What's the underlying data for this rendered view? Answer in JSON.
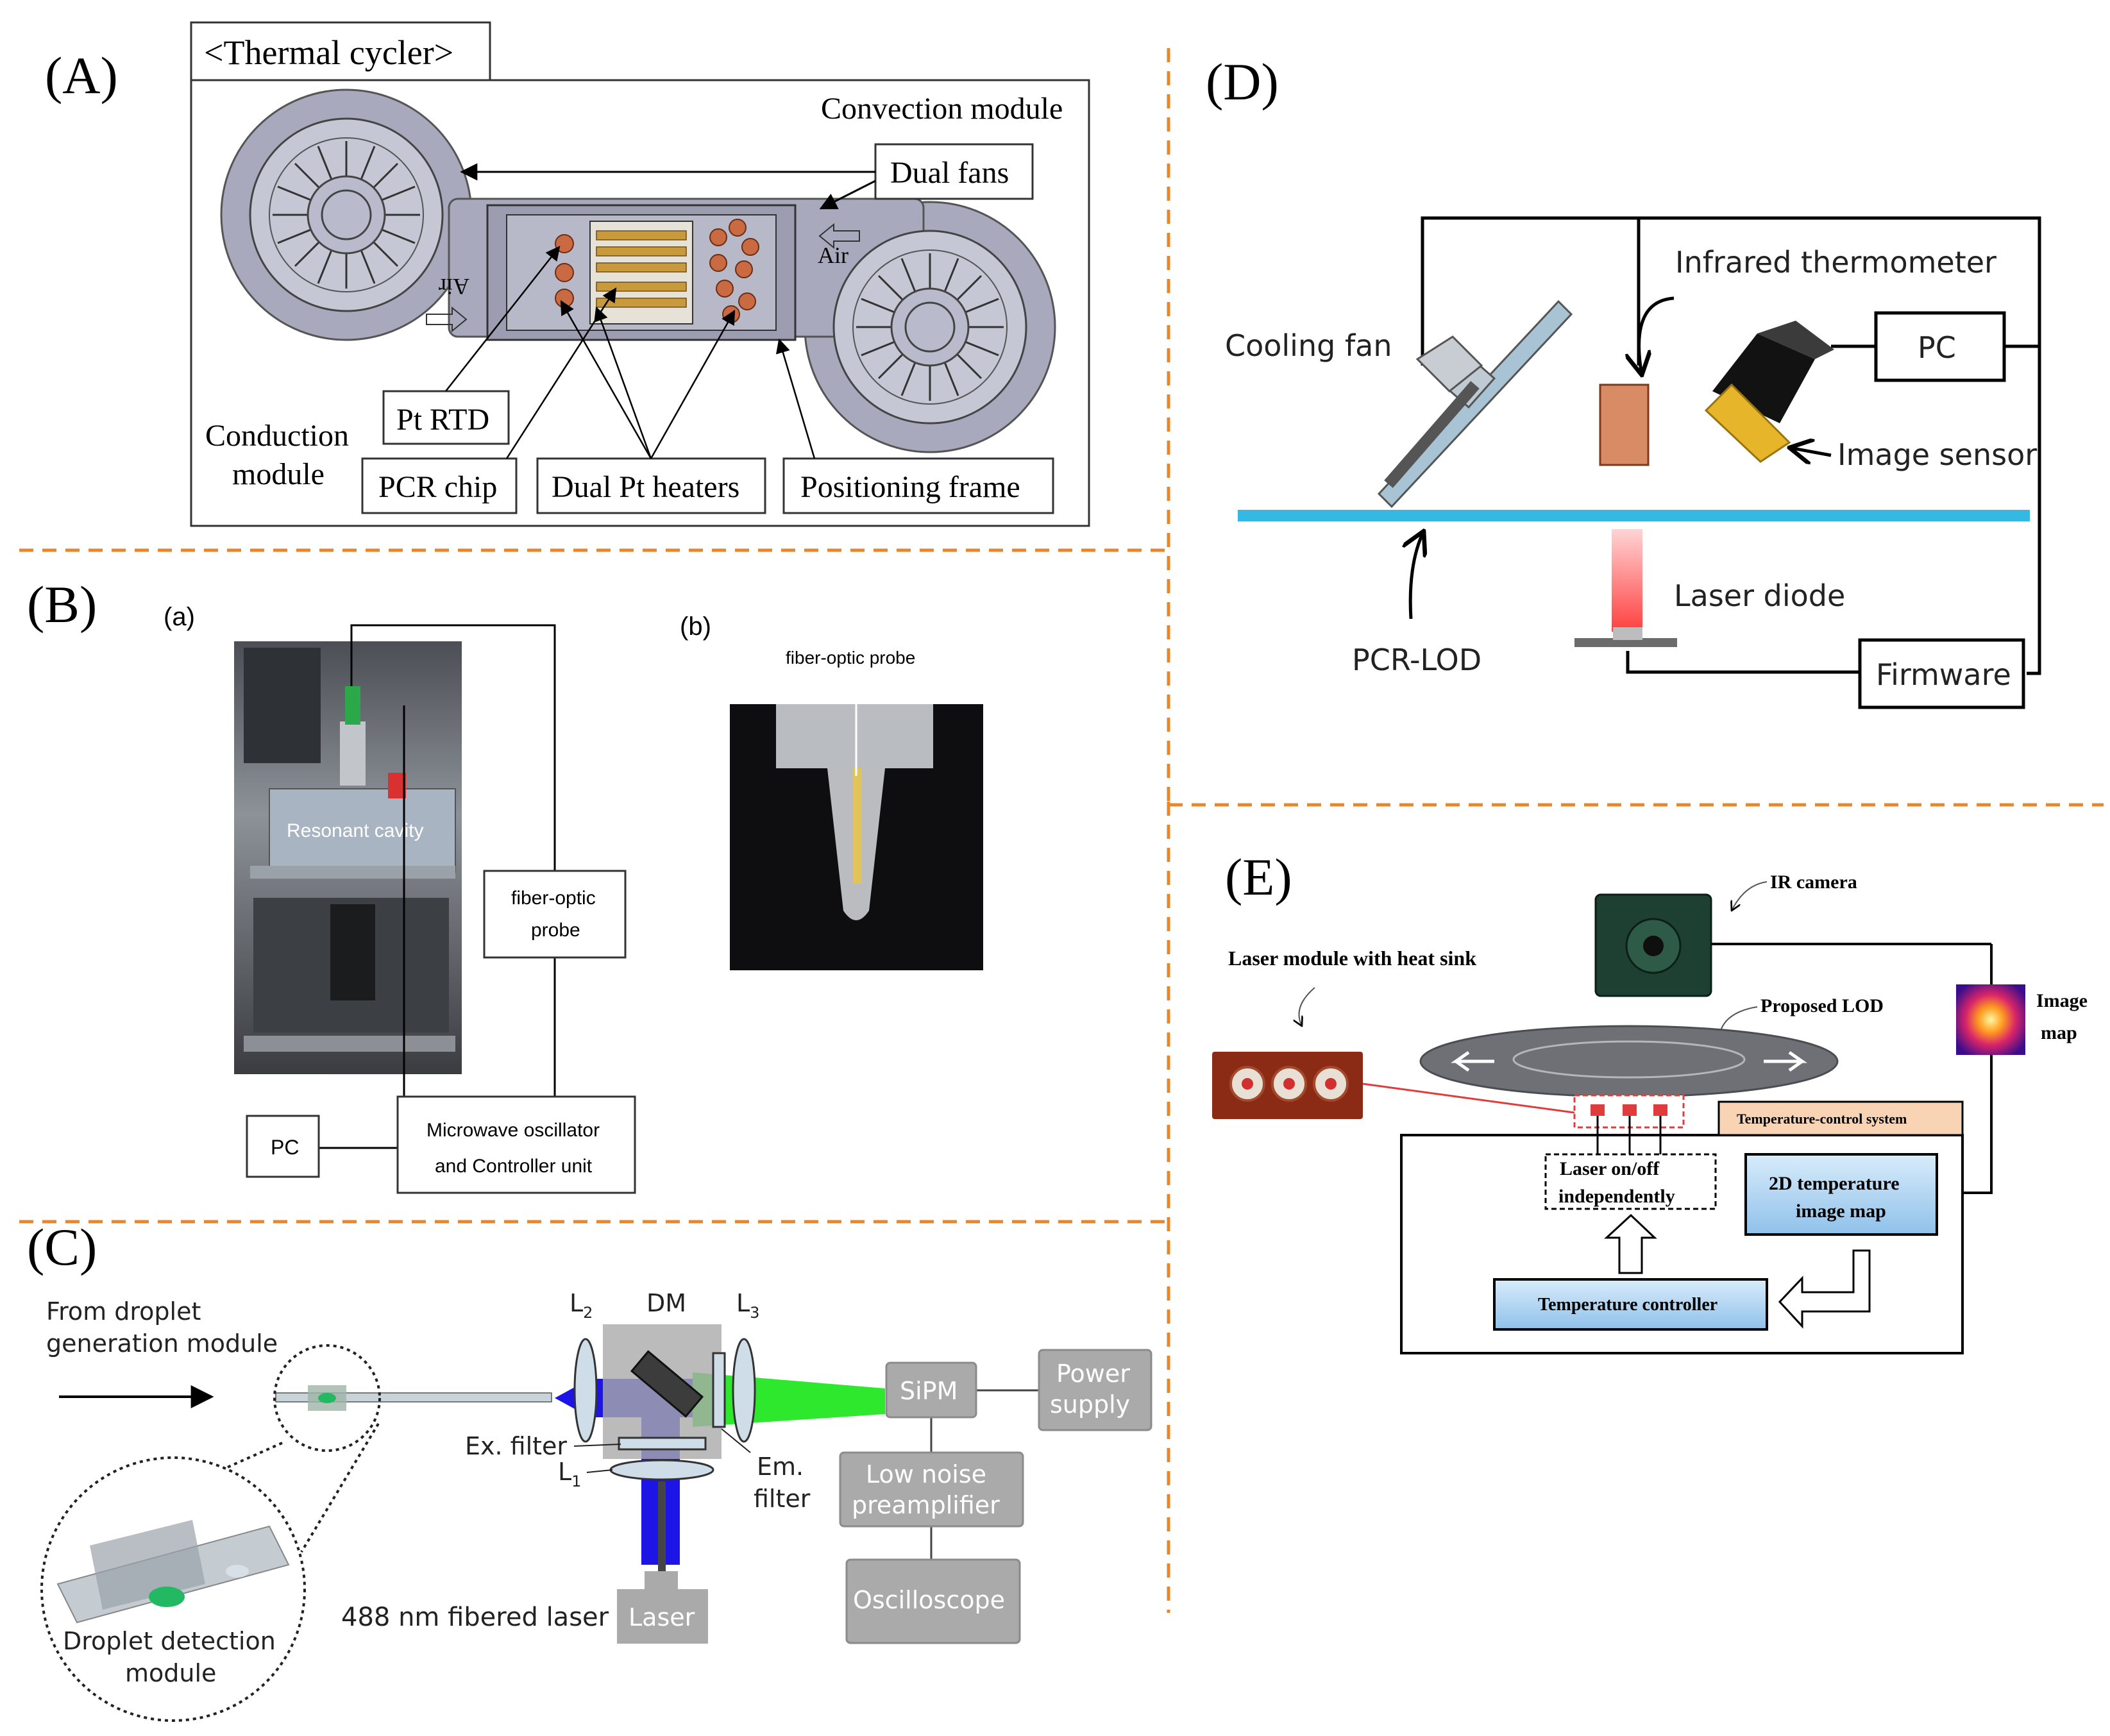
{
  "colors": {
    "divider": "#e8862c",
    "blue_bar": "#35b9e3",
    "laser_blue": "#1d14e6",
    "laser_green": "#2ee82e",
    "gray_box": "#a9aaa9",
    "module_fill": "#a8a9bd",
    "heater": "#c96a42",
    "red_laser": "#e23b3b"
  },
  "panels": {
    "A": {
      "letter": "(A)",
      "tab_title": "<Thermal cycler>",
      "convection_module": "Convection module",
      "dual_fans": "Dual fans",
      "air_left": "Air",
      "air_right": "Air",
      "conduction_module_line1": "Conduction",
      "conduction_module_line2": "module",
      "pt_rtd": "Pt RTD",
      "pcr_chip": "PCR chip",
      "dual_pt_heaters": "Dual Pt heaters",
      "positioning_frame": "Positioning frame"
    },
    "B": {
      "letter": "(B)",
      "sub_a": "(a)",
      "sub_b": "(b)",
      "resonant_cavity": "Resonant cavity",
      "fiber_probe_box_line1": "fiber-optic",
      "fiber_probe_box_line2": "probe",
      "pc": "PC",
      "microwave_line1": "Microwave oscillator",
      "microwave_line2": "and Controller unit",
      "fiber_probe_label": "fiber-optic probe"
    },
    "C": {
      "letter": "(C)",
      "from_droplet_line1": "From droplet",
      "from_droplet_line2": "generation module",
      "l2": "L",
      "l2_sub": "2",
      "dm": "DM",
      "l3": "L",
      "l3_sub": "3",
      "ex_filter": "Ex. filter",
      "l1": "L",
      "l1_sub": "1",
      "em_filter_line1": "Em.",
      "em_filter_line2": "filter",
      "sipm": "SiPM",
      "power_supply_line1": "Power",
      "power_supply_line2": "supply",
      "preamp_line1": "Low noise",
      "preamp_line2": "preamplifier",
      "oscilloscope": "Oscilloscope",
      "laser_label": "488 nm fibered laser",
      "laser_box": "Laser",
      "droplet_line1": "Droplet detection",
      "droplet_line2": "module"
    },
    "D": {
      "letter": "(D)",
      "infrared_thermometer": "Infrared thermometer",
      "cooling_fan": "Cooling fan",
      "pc": "PC",
      "image_sensor": "Image sensor",
      "laser_diode": "Laser diode",
      "pcr_lod": "PCR-LOD",
      "firmware": "Firmware"
    },
    "E": {
      "letter": "(E)",
      "ir_camera": "IR camera",
      "laser_module": "Laser module with heat sink",
      "proposed_lod": "Proposed LOD",
      "image_map_line1": "Image",
      "image_map_line2": "map",
      "temp_control_system": "Temperature-control system",
      "laser_onoff_line1": "Laser on/off",
      "laser_onoff_line2": "independently",
      "temp_image_line1": "2D temperature",
      "temp_image_line2": "image map",
      "temp_controller": "Temperature controller"
    }
  }
}
